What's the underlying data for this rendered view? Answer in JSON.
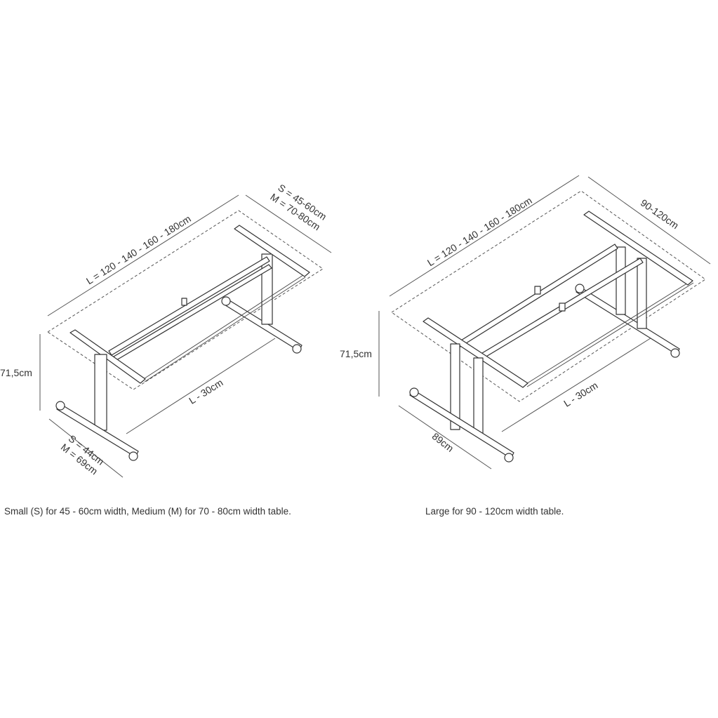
{
  "small_medium": {
    "length_label": "L = 120 - 140 - 160 - 180cm",
    "width_label_s": "S = 45-60cm",
    "width_label_m": "M = 70-80cm",
    "height_label": "71,5cm",
    "foot_label_s": "S = 44cm",
    "foot_label_m": "M = 69cm",
    "rail_label": "L - 30cm",
    "caption": "Small (S) for 45 - 60cm width, Medium (M) for 70 - 80cm width table."
  },
  "large": {
    "length_label": "L = 120 - 140 - 160 - 180cm",
    "width_label": "90-120cm",
    "height_label": "71,5cm",
    "foot_label": "89cm",
    "rail_label": "L - 30cm",
    "caption": "Large for 90 - 120cm width table."
  }
}
